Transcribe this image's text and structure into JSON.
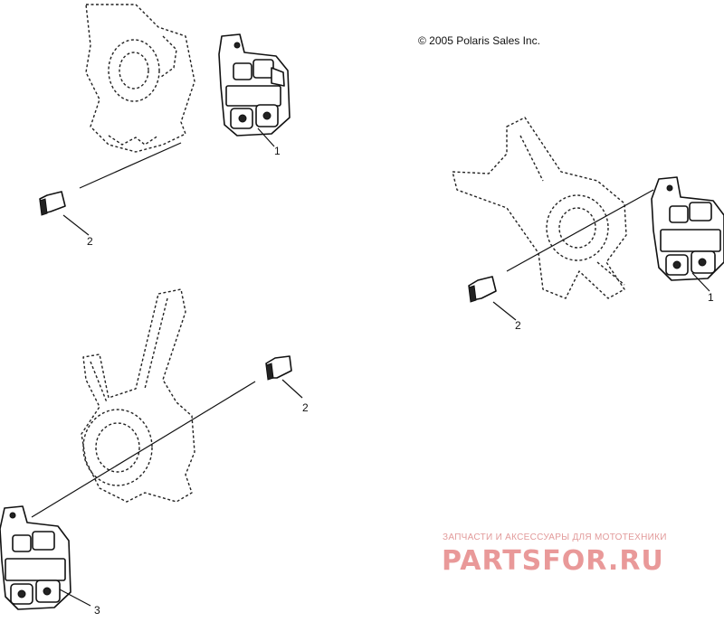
{
  "copyright": "© 2005 Polaris Sales Inc.",
  "callouts": {
    "top_left_caliper": "1",
    "top_left_bolt": "2",
    "right_caliper": "1",
    "right_bolt": "2",
    "bottom_bolt": "2",
    "bottom_caliper": "3"
  },
  "watermark": {
    "tagline": "ЗАПЧАСТИ И АКСЕССУАРЫ ДЛЯ МОТОТЕХНИКИ",
    "logo": "PARTSFOR.RU",
    "color": "#e27878"
  }
}
